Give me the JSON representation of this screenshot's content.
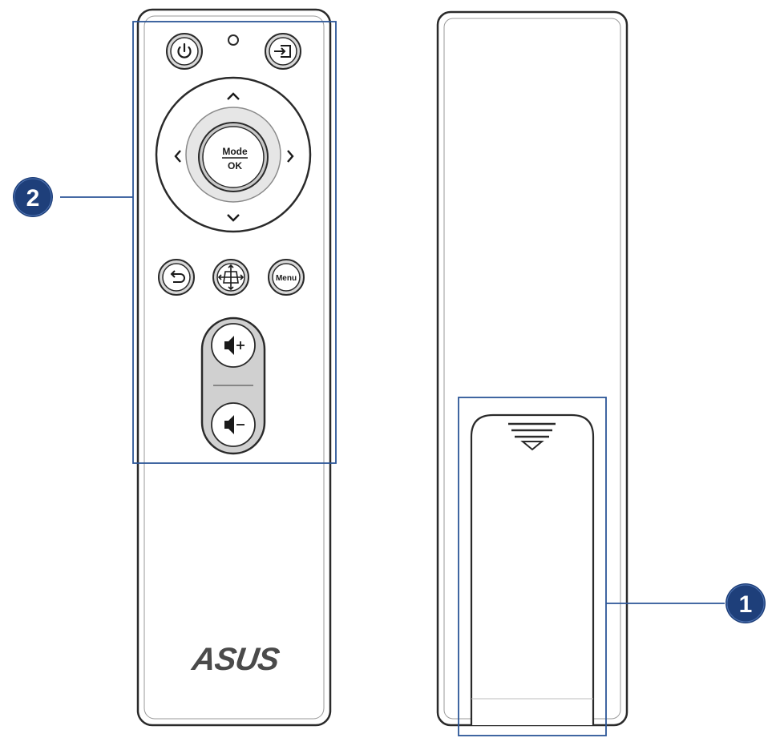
{
  "callouts": {
    "front": {
      "number": "2"
    },
    "back": {
      "number": "1"
    }
  },
  "remote_front": {
    "buttons": {
      "power": {
        "icon": "power-icon"
      },
      "input": {
        "icon": "input-source-icon"
      },
      "ok": {
        "line1": "Mode",
        "line2": "OK"
      },
      "back": {
        "icon": "back-arrow-icon"
      },
      "keystone": {
        "icon": "keystone-icon"
      },
      "menu": {
        "label": "Menu"
      },
      "volume_up": {
        "icon": "volume-up-icon"
      },
      "volume_down": {
        "icon": "volume-down-icon"
      }
    },
    "logo": "ASUS"
  },
  "colors": {
    "callout_fill": "#1e3f7a",
    "highlight_line": "#2b5597",
    "outline": "#2a2a2a"
  }
}
